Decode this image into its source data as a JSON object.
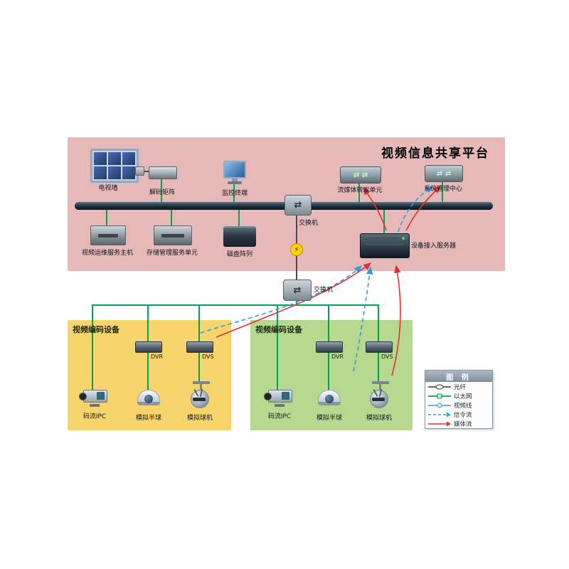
{
  "title": "视频信息共享平台",
  "icons": {
    "switch_arrows": "⇄",
    "flat_switch_arrows": "⇄ ⇄",
    "lightning": "⚡"
  },
  "platform": {
    "tv_wall": "电视墙",
    "decoder": "解码矩阵",
    "terminal": "监控终端",
    "stream_unit": "流媒体转发单元",
    "mgmt_center": "系统管理中心",
    "switch_label": "交换机",
    "ops_host": "视频运维服务主机",
    "storage_unit": "存储管理服务单元",
    "disk_array": "磁盘阵列",
    "access_server": "设备接入服务器"
  },
  "mid_switch_label": "交换机",
  "zones": [
    {
      "label": "视频编码设备",
      "dvr": "DVR",
      "dvs": "DVS",
      "ipc": "码流IPC",
      "dome": "模拟半球",
      "ball": "模拟球机"
    },
    {
      "label": "视频编码设备",
      "dvr": "DVR",
      "dvs": "DVS",
      "ipc": "码流IPC",
      "dome": "模拟半球",
      "ball": "模拟球机"
    }
  ],
  "legend": {
    "title": "图 例",
    "items": [
      {
        "label": "光纤"
      },
      {
        "label": "以太网"
      },
      {
        "label": "视频线"
      },
      {
        "label": "信令流"
      },
      {
        "label": "媒体流"
      }
    ]
  },
  "colors": {
    "platform_bg": "#e6b8b8",
    "zone_left_bg": "#f7d46c",
    "zone_right_bg": "#b6d88f",
    "ethernet": "#00a550",
    "signal": "#2e9fe6",
    "media": "#e63030"
  }
}
